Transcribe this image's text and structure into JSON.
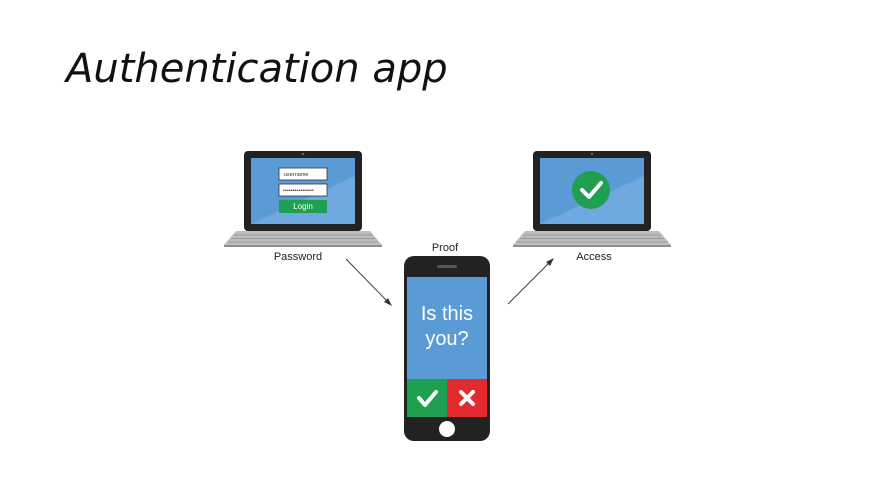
{
  "title": "Authentication app",
  "diagram": {
    "login_laptop": {
      "label": "Password",
      "username_text": "username",
      "password_text": "••••••••••••••••",
      "login_button": "Login"
    },
    "phone": {
      "label": "Proof",
      "question_line1": "Is this",
      "question_line2": "you?",
      "approve_icon": "checkmark-icon",
      "deny_icon": "x-icon"
    },
    "access_laptop": {
      "label": "Access",
      "icon": "checkmark-circle-icon"
    }
  },
  "colors": {
    "screen_blue": "#5a9ad5",
    "approve_green": "#1fa050",
    "deny_red": "#e32b2f",
    "device_dark": "#222222"
  }
}
